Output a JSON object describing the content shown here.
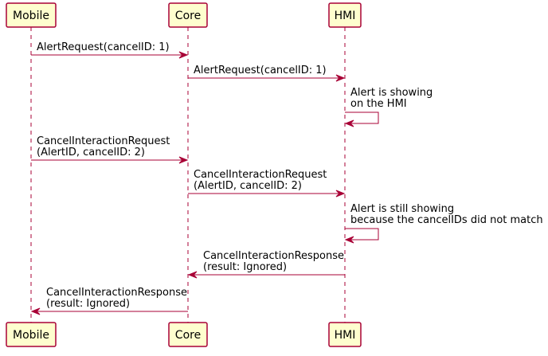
{
  "participants": [
    {
      "id": "mobile",
      "label": "Mobile"
    },
    {
      "id": "core",
      "label": "Core"
    },
    {
      "id": "hmi",
      "label": "HMI"
    }
  ],
  "messages": [
    {
      "from": "mobile",
      "to": "core",
      "lines": [
        "AlertRequest(cancelID: 1)"
      ]
    },
    {
      "from": "core",
      "to": "hmi",
      "lines": [
        "AlertRequest(cancelID: 1)"
      ]
    },
    {
      "from": "hmi",
      "to": "hmi",
      "lines": [
        "Alert is showing",
        "on the HMI"
      ]
    },
    {
      "from": "mobile",
      "to": "core",
      "lines": [
        "CancelInteractionRequest",
        "(AlertID, cancelID: 2)"
      ]
    },
    {
      "from": "core",
      "to": "hmi",
      "lines": [
        "CancelInteractionRequest",
        "(AlertID, cancelID: 2)"
      ]
    },
    {
      "from": "hmi",
      "to": "hmi",
      "lines": [
        "Alert is still showing",
        "because the cancelIDs did not match"
      ]
    },
    {
      "from": "hmi",
      "to": "core",
      "lines": [
        "CancelInteractionResponse",
        "(result: Ignored)"
      ]
    },
    {
      "from": "core",
      "to": "mobile",
      "lines": [
        "CancelInteractionResponse",
        "(result: Ignored)"
      ]
    }
  ]
}
